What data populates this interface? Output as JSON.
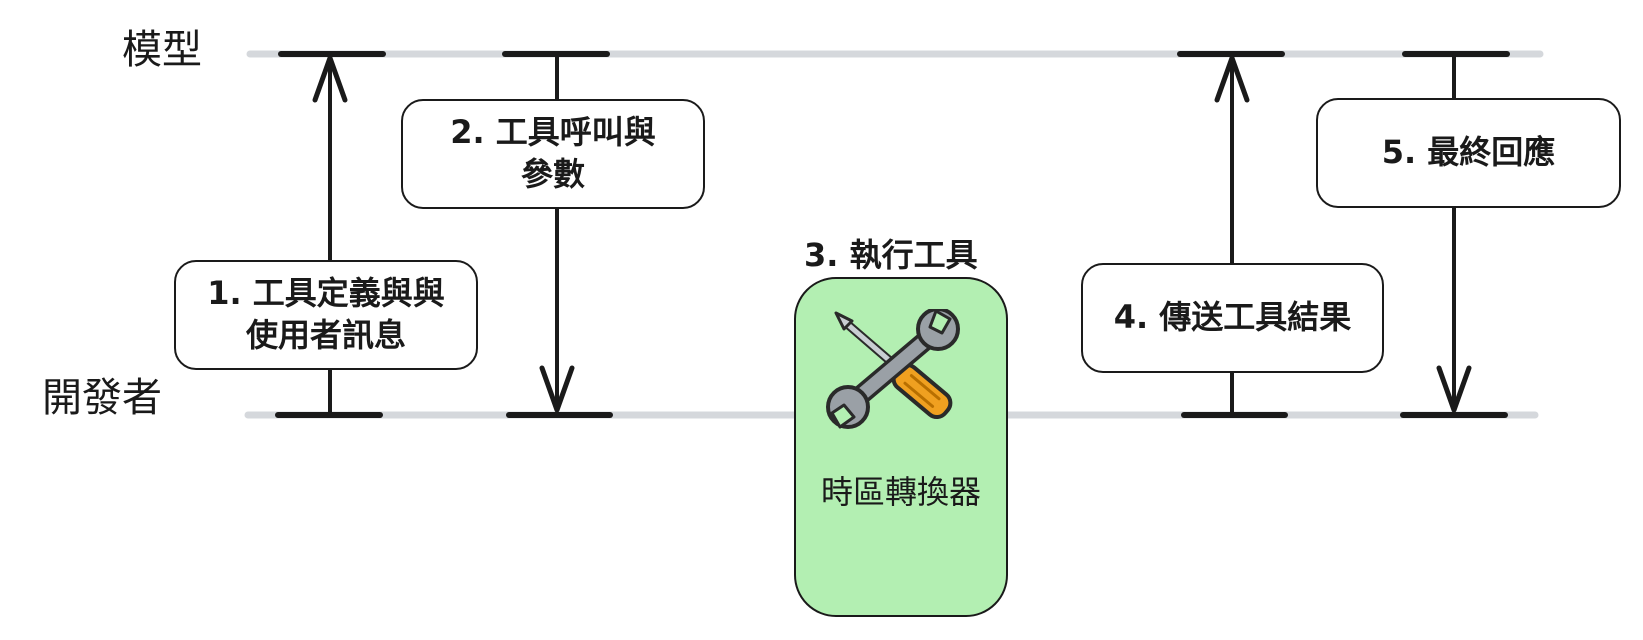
{
  "lanes": {
    "model": "模型",
    "developer": "開發者"
  },
  "steps": {
    "step1": {
      "line1": "1. 工具定義與與",
      "line2": "使用者訊息"
    },
    "step2": {
      "line1": "2. 工具呼叫與",
      "line2": "參數"
    },
    "step3": {
      "title": "3. 執行工具",
      "tool_name": "時區轉換器"
    },
    "step4": {
      "label": "4. 傳送工具結果"
    },
    "step5": {
      "label": "5. 最終回應"
    }
  },
  "icons": {
    "tool": "wrench-screwdriver-icon"
  },
  "colors": {
    "lane_line": "#d5d8dc",
    "tool_fill": "#b3efb2",
    "wrench": "#9aa0a6",
    "screwdriver_handle": "#f0a020",
    "ink": "#1a1a1a"
  }
}
